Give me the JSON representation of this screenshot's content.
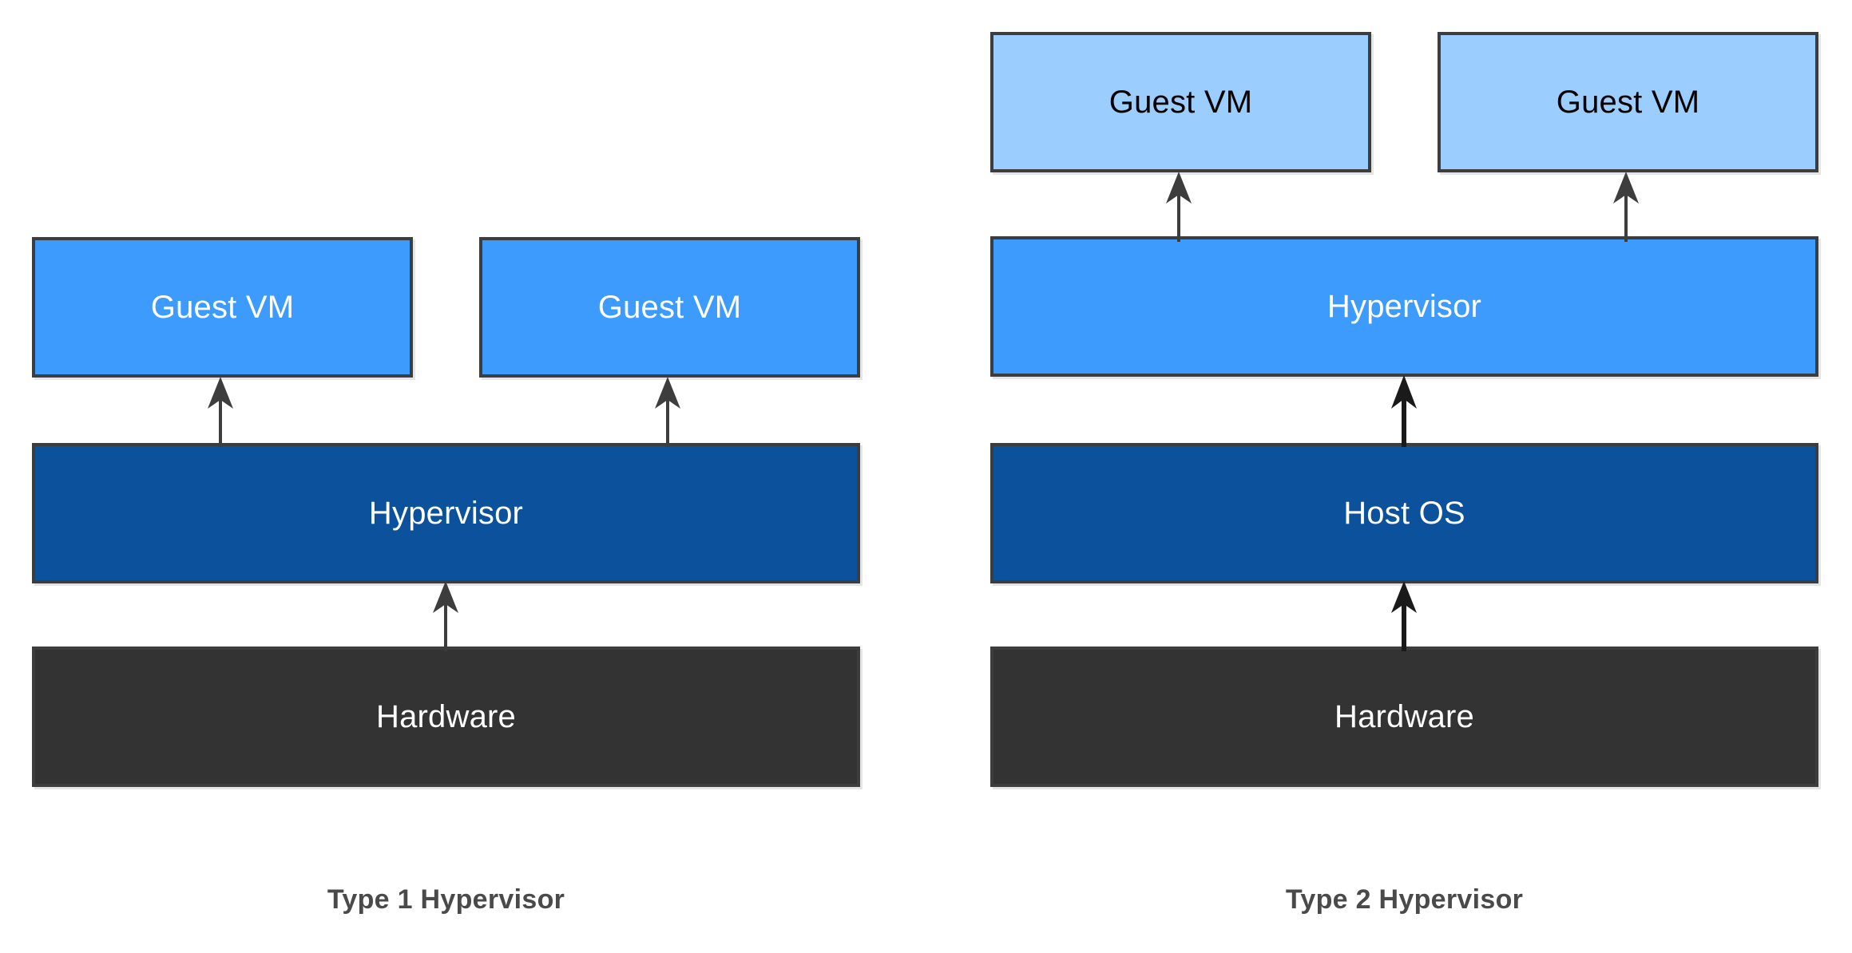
{
  "diagram": {
    "title_present": false,
    "background": "#ffffff",
    "colors": {
      "guest_vm_type1_fill": "#3D9BFE",
      "guest_vm_type1_text": "#FFFFFF",
      "guest_vm_type2_fill": "#9BCDFE",
      "guest_vm_type2_text": "#000000",
      "hypervisor_dark_fill": "#0B519C",
      "hypervisor_mid_fill": "#3D9BFE",
      "hardware_fill": "#333333",
      "border": "#3D3D3D",
      "arrow": "#3D3D3D",
      "caption_text": "#4A4A4A"
    },
    "panels": [
      {
        "id": "type1",
        "caption": "Type 1 Hypervisor",
        "nodes": [
          {
            "id": "t1-guest-vm-1",
            "label": "Guest VM",
            "layer": "guest"
          },
          {
            "id": "t1-guest-vm-2",
            "label": "Guest VM",
            "layer": "guest"
          },
          {
            "id": "t1-hypervisor",
            "label": "Hypervisor",
            "layer": "hypervisor"
          },
          {
            "id": "t1-hardware",
            "label": "Hardware",
            "layer": "hardware"
          }
        ],
        "edges": [
          {
            "from": "t1-hardware",
            "to": "t1-hypervisor",
            "direction": "up"
          },
          {
            "from": "t1-hypervisor",
            "to": "t1-guest-vm-1",
            "direction": "up"
          },
          {
            "from": "t1-hypervisor",
            "to": "t1-guest-vm-2",
            "direction": "up"
          }
        ]
      },
      {
        "id": "type2",
        "caption": "Type 2 Hypervisor",
        "nodes": [
          {
            "id": "t2-guest-vm-1",
            "label": "Guest VM",
            "layer": "guest"
          },
          {
            "id": "t2-guest-vm-2",
            "label": "Guest VM",
            "layer": "guest"
          },
          {
            "id": "t2-hypervisor",
            "label": "Hypervisor",
            "layer": "hypervisor"
          },
          {
            "id": "t2-host-os",
            "label": "Host OS",
            "layer": "host-os"
          },
          {
            "id": "t2-hardware",
            "label": "Hardware",
            "layer": "hardware"
          }
        ],
        "edges": [
          {
            "from": "t2-hardware",
            "to": "t2-host-os",
            "direction": "up"
          },
          {
            "from": "t2-host-os",
            "to": "t2-hypervisor",
            "direction": "up"
          },
          {
            "from": "t2-hypervisor",
            "to": "t2-guest-vm-1",
            "direction": "up"
          },
          {
            "from": "t2-hypervisor",
            "to": "t2-guest-vm-2",
            "direction": "up"
          }
        ]
      }
    ]
  }
}
